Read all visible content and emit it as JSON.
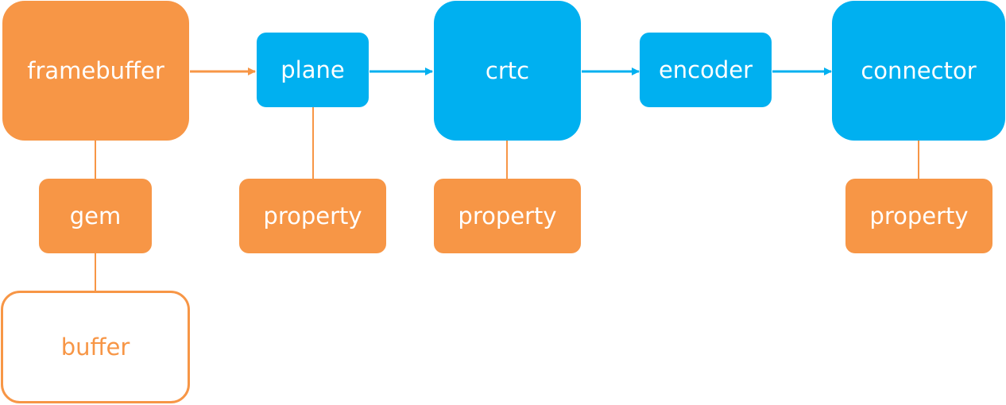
{
  "colors": {
    "orange": "#F79646",
    "blue": "#00B0F0"
  },
  "nodes": {
    "framebuffer": "framebuffer",
    "plane": "plane",
    "crtc": "crtc",
    "encoder": "encoder",
    "connector": "connector",
    "gem": "gem",
    "buffer": "buffer",
    "plane_property": "property",
    "crtc_property": "property",
    "connector_property": "property"
  }
}
